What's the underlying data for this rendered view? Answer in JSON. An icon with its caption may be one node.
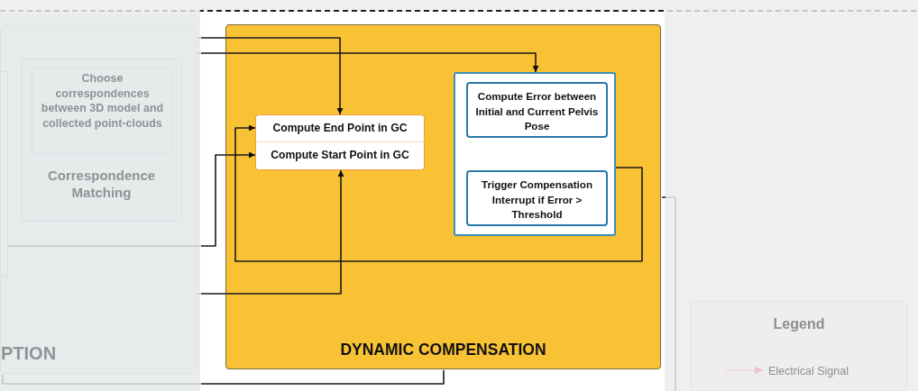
{
  "diagram": {
    "nodes": [
      {
        "text": [
          "PTION"
        ]
      },
      {
        "text": [],
        "shape": "box",
        "in": 0
      },
      {
        "text": [
          "Correspondence Matching"
        ],
        "in": 0
      },
      {
        "text": [
          "Choose correspondences between 3D model and collected point-clouds"
        ],
        "in": 2
      },
      {
        "text": [
          "DYNAMIC COMPENSATION"
        ]
      },
      {
        "text": [
          "Compute End Point in GC"
        ],
        "in": 4
      },
      {
        "text": [
          "Compute Start Point in GC"
        ],
        "in": 4
      },
      {
        "text": [],
        "shape": "box",
        "in": 4
      },
      {
        "text": [
          "Compute Error between Initial and Current Pelvis Pose"
        ],
        "in": 7
      },
      {
        "text": [
          "Trigger Compensation Interrupt if Error > Threshold"
        ],
        "in": 7
      },
      {
        "text": [
          "Legend"
        ]
      }
    ],
    "edges": [
      {
        "from": 0,
        "to": 5,
        "arrow": "to"
      },
      {
        "from": 0,
        "to": 7,
        "arrow": "to"
      },
      {
        "from": 1,
        "to": 6,
        "arrow": "to"
      },
      {
        "from": 0,
        "to": 6,
        "arrow": "to"
      },
      {
        "from": 7,
        "to": 5,
        "arrow": "to"
      },
      {
        "from": 4,
        "to": 0,
        "arrow": "none"
      },
      {
        "from": 4,
        "to": null,
        "arrow": "none"
      }
    ],
    "legend": [
      {
        "text": "Electrical Signal"
      }
    ]
  }
}
